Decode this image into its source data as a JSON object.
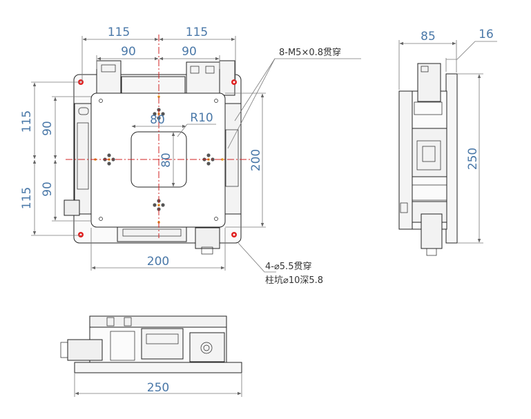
{
  "top_view": {
    "dim_top_left": "115",
    "dim_top_right": "115",
    "dim_mid_left": "90",
    "dim_mid_right": "90",
    "dim_left_upper": "115",
    "dim_left_lower": "115",
    "dim_left_inner_upper": "90",
    "dim_left_inner_lower": "90",
    "dim_right_height": "200",
    "dim_bottom_width": "200",
    "window_width": "80",
    "window_height": "80",
    "corner_radius": "R10"
  },
  "callouts": {
    "thread_holes": "8-M5×0.8贯穿",
    "mount_holes_line1": "4-⌀5.5贯穿",
    "mount_holes_line2": "柱坑⌀10深5.8"
  },
  "side_view": {
    "dim_width": "85",
    "dim_plate": "16",
    "dim_height": "250"
  },
  "front_view": {
    "dim_width": "250"
  },
  "colors": {
    "dimension_text": "#4a78a8",
    "center_line": "#d02020",
    "mount_hole": "#e02020",
    "outline": "#222222"
  }
}
